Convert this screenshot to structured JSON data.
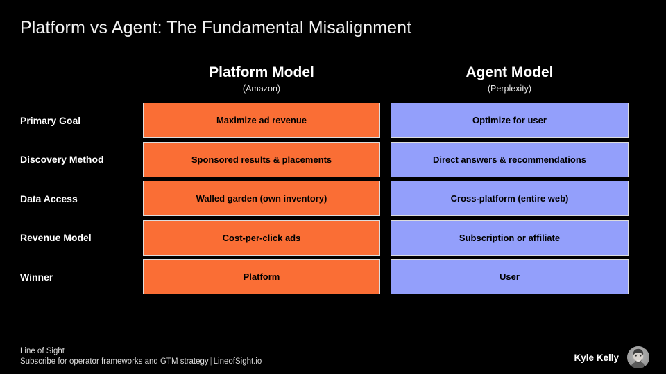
{
  "slide": {
    "title": "Platform vs Agent: The Fundamental Misalignment",
    "background_color": "#000000"
  },
  "columns": [
    {
      "key": "platform",
      "title": "Platform Model",
      "subtitle": "(Amazon)",
      "color": "#FA6E35"
    },
    {
      "key": "agent",
      "title": "Agent Model",
      "subtitle": "(Perplexity)",
      "color": "#939FFB"
    }
  ],
  "rows": [
    {
      "label": "Primary Goal",
      "platform": "Maximize ad revenue",
      "agent": "Optimize for user"
    },
    {
      "label": "Discovery Method",
      "platform": "Sponsored results & placements",
      "agent": "Direct answers & recommendations"
    },
    {
      "label": "Data Access",
      "platform": "Walled garden (own inventory)",
      "agent": "Cross-platform (entire web)"
    },
    {
      "label": "Revenue Model",
      "platform": "Cost-per-click ads",
      "agent": "Subscription or affiliate"
    },
    {
      "label": "Winner",
      "platform": "Platform",
      "agent": "User"
    }
  ],
  "footer": {
    "brand": "Line of Sight",
    "tagline": "Subscribe for operator frameworks and GTM strategy",
    "separator": "|",
    "site": "LineofSight.io",
    "author": "Kyle Kelly",
    "avatar_icon": "user-photo-avatar"
  }
}
